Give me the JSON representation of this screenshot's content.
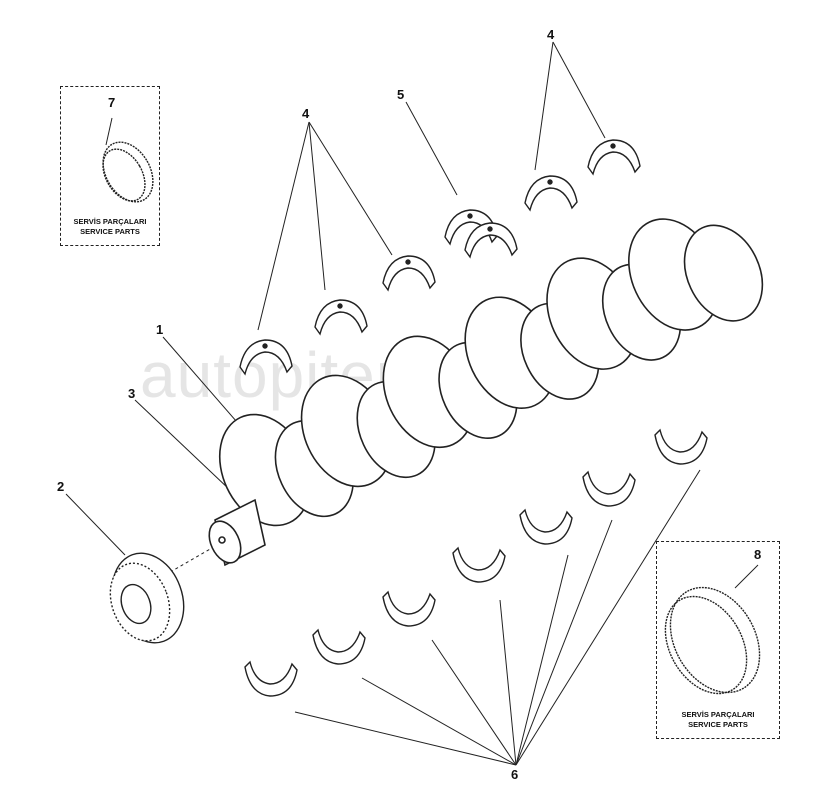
{
  "diagram": {
    "title": "Crankshaft and bearings exploded view",
    "callouts": {
      "c1": "1",
      "c2": "2",
      "c3": "3",
      "c4a": "4",
      "c4b": "4",
      "c5": "5",
      "c6": "6",
      "c7": "7",
      "c8": "8"
    },
    "service_box_7": {
      "line1": "SERVİS PARÇALARI",
      "line2": "SERVICE PARTS"
    },
    "service_box_8": {
      "line1": "SERVİS PARÇALARI",
      "line2": "SERVICE PARTS"
    },
    "watermark": "autopiter.ru",
    "colors": {
      "line": "#222222",
      "background": "#ffffff"
    }
  }
}
